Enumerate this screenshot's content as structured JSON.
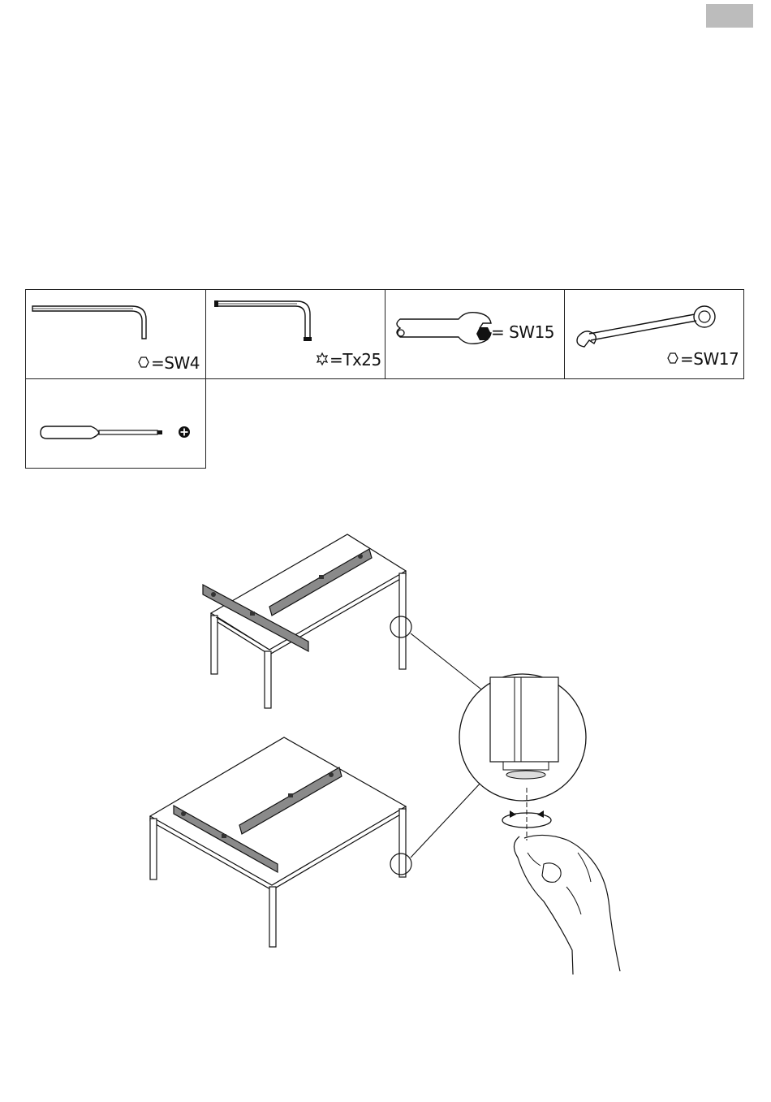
{
  "page": {
    "tab_color": "#bcbcbc"
  },
  "tools": [
    {
      "name": "hex-key",
      "icon": "hex-key-icon",
      "size_icon": "hexagon",
      "label": "=SW4"
    },
    {
      "name": "torx-key",
      "icon": "torx-key-icon",
      "size_icon": "torx-star",
      "label": "=Tx25"
    },
    {
      "name": "open-end-wrench",
      "icon": "open-end-wrench-icon",
      "size_icon": "filled-hexagon",
      "label": "= SW15"
    },
    {
      "name": "combination-wrench",
      "icon": "combination-wrench-icon",
      "size_icon": "hexagon",
      "label": "=SW17"
    },
    {
      "name": "phillips-screwdriver",
      "icon": "screwdriver-icon",
      "size_icon": "phillips-head",
      "label": ""
    }
  ],
  "illustration": {
    "subject": "leveling-desk-feet",
    "icons": [
      "desk-icon",
      "spirit-level-icon",
      "magnifier-detail-icon",
      "rotation-arrows-icon",
      "hand-icon"
    ]
  }
}
